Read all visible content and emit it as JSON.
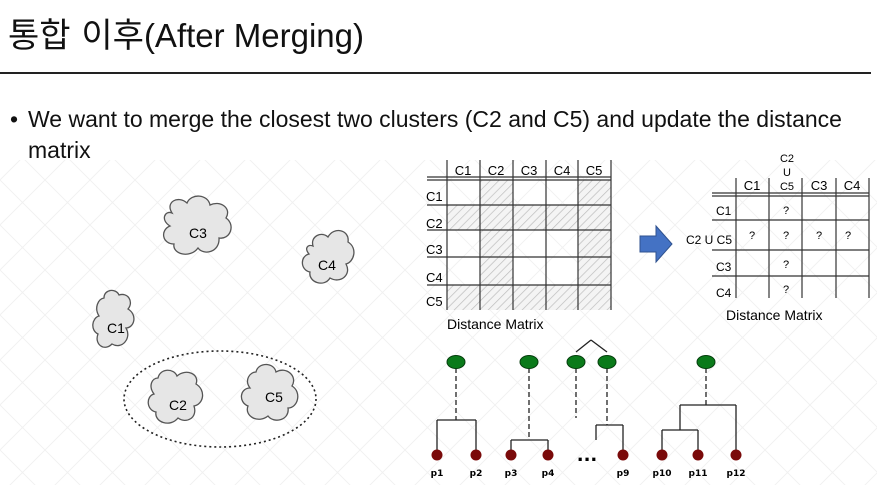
{
  "slide": {
    "title_korean": "통합 이후",
    "title_paren": "(After Merging)",
    "bullet": "We want to merge the closest two clusters (C2 and C5) and  update the distance matrix"
  },
  "clusters": {
    "c1": "C1",
    "c2": "C2",
    "c3": "C3",
    "c4": "C4",
    "c5": "C5"
  },
  "matrix_before": {
    "col_headers": [
      "C1",
      "C2",
      "C3",
      "C4",
      "C5"
    ],
    "row_headers": [
      "C1",
      "C2",
      "C3",
      "C4",
      "C5"
    ],
    "caption": "Distance Matrix"
  },
  "matrix_after": {
    "col_headers": [
      "C1",
      "C2\nU\nC5",
      "C3",
      "C4"
    ],
    "row_headers": [
      "C1",
      "C2 U C5",
      "C3",
      "C4"
    ],
    "cells": [
      "?",
      "?",
      "?",
      "?",
      "?",
      "?",
      "?"
    ],
    "caption": "Distance Matrix"
  },
  "dendrogram": {
    "leaves": [
      "p1",
      "p2",
      "p3",
      "p4",
      "p9",
      "p10",
      "p11",
      "p12"
    ],
    "ellipsis": "..."
  },
  "colors": {
    "blob_fill": "#e6e6e6",
    "root_node": "#0a7a1a",
    "leaf_node": "#7a0a0a",
    "arrow": "#4472c4",
    "hatch": "#c8c8c8"
  }
}
